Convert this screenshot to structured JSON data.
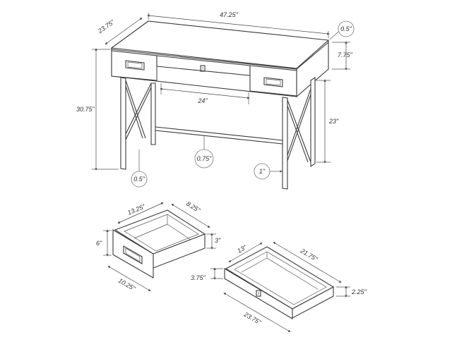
{
  "desk": {
    "width": "47.25\"",
    "depth": "23.75\"",
    "height": "30.75\"",
    "top_thickness": "0.5\"",
    "drawer_height": "7.75\"",
    "knee_width": "24\"",
    "clearance_height": "23\"",
    "stretcher": "0.75\"",
    "leg_front": "0.5\"",
    "leg": "1\""
  },
  "side_drawer": {
    "width": "13.25\"",
    "depth": "8.25\"",
    "front_height": "6\"",
    "inner_height": "3\"",
    "front_width": "10.25\""
  },
  "center_drawer": {
    "depth": "13\"",
    "width": "21.75\"",
    "front_height": "3.75\"",
    "inner_height": "2.25\"",
    "front_width": "23.75\""
  }
}
